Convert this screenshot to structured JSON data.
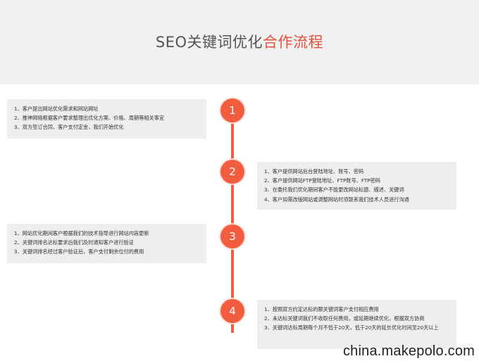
{
  "header": {
    "title_main": "SEO关键词优化",
    "title_accent": "合作流程",
    "accent_color": "#e8503a",
    "background_color": "#f1f1f1"
  },
  "timeline": {
    "line_color": "#f25c3f",
    "steps": [
      {
        "number": "1",
        "items": [
          "1、客户提出网站优化需求和网站网址",
          "2、推神网络根据客户要求整理出优化方案、价格、周期等相关事宜",
          "3、双方签订合同，客户支付定金，我们开始优化"
        ]
      },
      {
        "number": "2",
        "items": [
          "1、客户提供网站后台登陆地址、账号、密码",
          "2、客户提供网站FTP登陆地址、FTP账号、FTP密码",
          "3、在委托我们优化期间客户不能更改网站标题、描述、关键词",
          "4、客户如需改版网站或调整网站时须联系我们技术人员进行沟通"
        ]
      },
      {
        "number": "3",
        "items": [
          "1、网站优化期间客户根据我们的技术指导进行网站内容更新",
          "2、关键词排名达标要求后我们及时通知客户进行验证",
          "3、关键词排名经过客户验证后，客户支付剩余位付的费用"
        ]
      },
      {
        "number": "4",
        "items": [
          "1、按照双方约定达标的额关键词客户支付相应费用",
          "2、未达标关键词我们不收取任何费用，或延期继续优化，根据双方协商",
          "3、关键词达标周期每个月不低于20天，低于20天的延长优化时间至20天以上"
        ]
      }
    ]
  },
  "watermark": "china.makepolo.com"
}
